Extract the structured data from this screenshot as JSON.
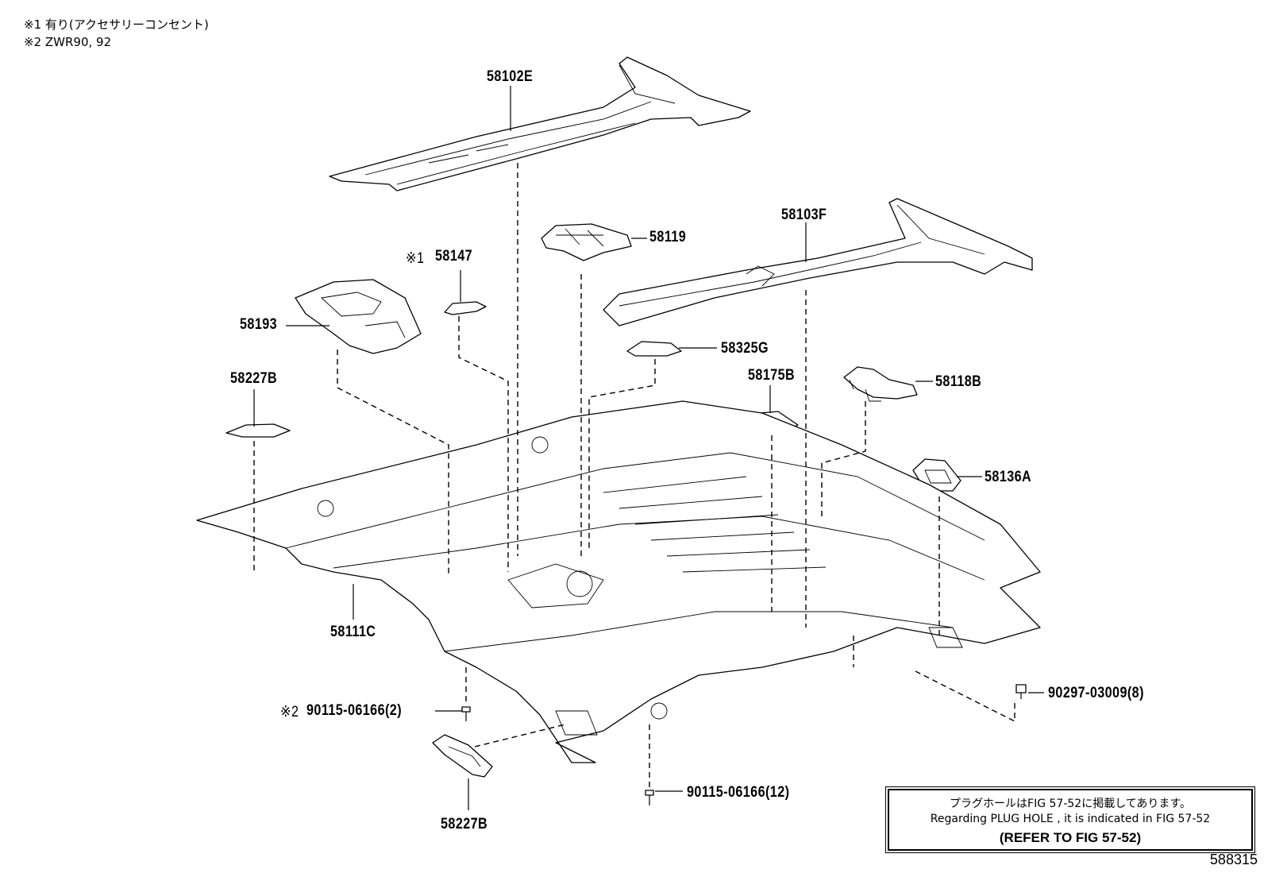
{
  "notes": {
    "note1": "※1 有り(アクセサリーコンセント)",
    "note2": "※2 ZWR90, 92"
  },
  "parts": {
    "p58102E": "58102E",
    "p58119": "58119",
    "p58103F": "58103F",
    "p58147_mark": "※1",
    "p58147": "58147",
    "p58193": "58193",
    "p58325G": "58325G",
    "p58227B_top": "58227B",
    "p58175B": "58175B",
    "p58118B": "58118B",
    "p58136A": "58136A",
    "p58111C": "58111C",
    "p90297": "90297-03009(8)",
    "p90115_mark": "※2",
    "p90115_a": "90115-06166(2)",
    "p90115_b": "90115-06166(12)",
    "p58227B_bottom": "58227B"
  },
  "reference": {
    "line1": "プラグホールはFIG 57-52に掲載してあります。",
    "line2": "Regarding PLUG HOLE , it is indicated in FIG 57-52",
    "line3": "(REFER TO FIG 57-52)"
  },
  "figure_number": "588315"
}
